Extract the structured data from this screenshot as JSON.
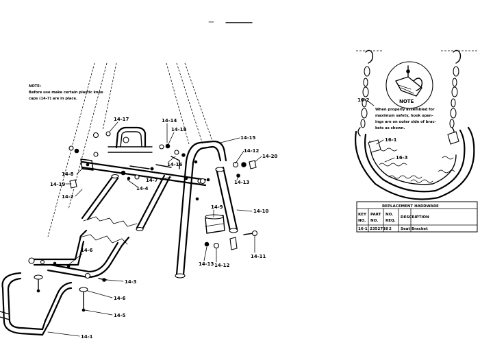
{
  "note": {
    "heading": "NOTE:",
    "line1": "Before use make certain plastic knee",
    "line2": "caps (14-7) are in place."
  },
  "seat_note": {
    "heading": "NOTE",
    "line1": "When properly assembled for",
    "line2": "maximum safety, hook open-",
    "line3": "ings are on outer side of brac-",
    "line4": "kets as shown."
  },
  "labels": {
    "p14_17": "14-17",
    "p14_14": "14-14",
    "p14_18": "14-18",
    "p14_15": "14-15",
    "p14_12a": "14-12",
    "p14_20": "14-20",
    "p14_16": "14-16",
    "p14_8": "14-8",
    "p14_19": "14-19",
    "p14_2": "14-2",
    "p14_7": "14-7",
    "p14_4": "14-4",
    "p14_13a": "14-13",
    "p14_9": "14-9",
    "p14_10": "14-10",
    "p14_11": "14-11",
    "p14_13b": "14-13",
    "p14_12b": "14-12",
    "p14_6a": "14-6",
    "p14_3": "14-3",
    "p14_6b": "14-6",
    "p14_5": "14-5",
    "p14_1": "14-1",
    "p16_2": "16-2",
    "p16_1": "16-1",
    "p16_3": "16-3"
  },
  "hardware_table": {
    "title": "REPLACEMENT HARDWARE",
    "headers": {
      "key_line1": "KEY",
      "key_line2": "NO.",
      "part_line1": "PART",
      "part_line2": "NO.",
      "req_line1": "NO.",
      "req_line2": "REQ.",
      "desc": "DESCRIPTION"
    },
    "rows": [
      {
        "key": "16-1",
        "part": "2352738",
        "req": "2",
        "desc": "Seat Bracket"
      }
    ]
  }
}
